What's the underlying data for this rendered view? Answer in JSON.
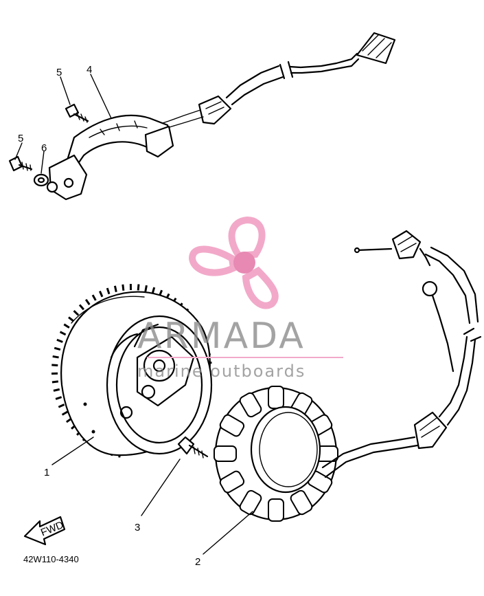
{
  "diagram": {
    "callouts": [
      {
        "id": "1",
        "text": "1"
      },
      {
        "id": "2",
        "text": "2"
      },
      {
        "id": "3",
        "text": "3"
      },
      {
        "id": "4",
        "text": "4"
      },
      {
        "id": "5a",
        "text": "5"
      },
      {
        "id": "5b",
        "text": "5"
      },
      {
        "id": "6",
        "text": "6"
      }
    ],
    "direction_label": "FWD",
    "diagram_code": "42W110-4340"
  },
  "watermark": {
    "brand": "ARMADA",
    "tagline": "marine outboards",
    "logo_icon": "propeller-icon",
    "colors": {
      "logo_pink": "#f2a9c9",
      "logo_hub": "#e789b3",
      "text_gray": "#8a8a8a",
      "rule_pink": "#f2a9c9"
    }
  }
}
